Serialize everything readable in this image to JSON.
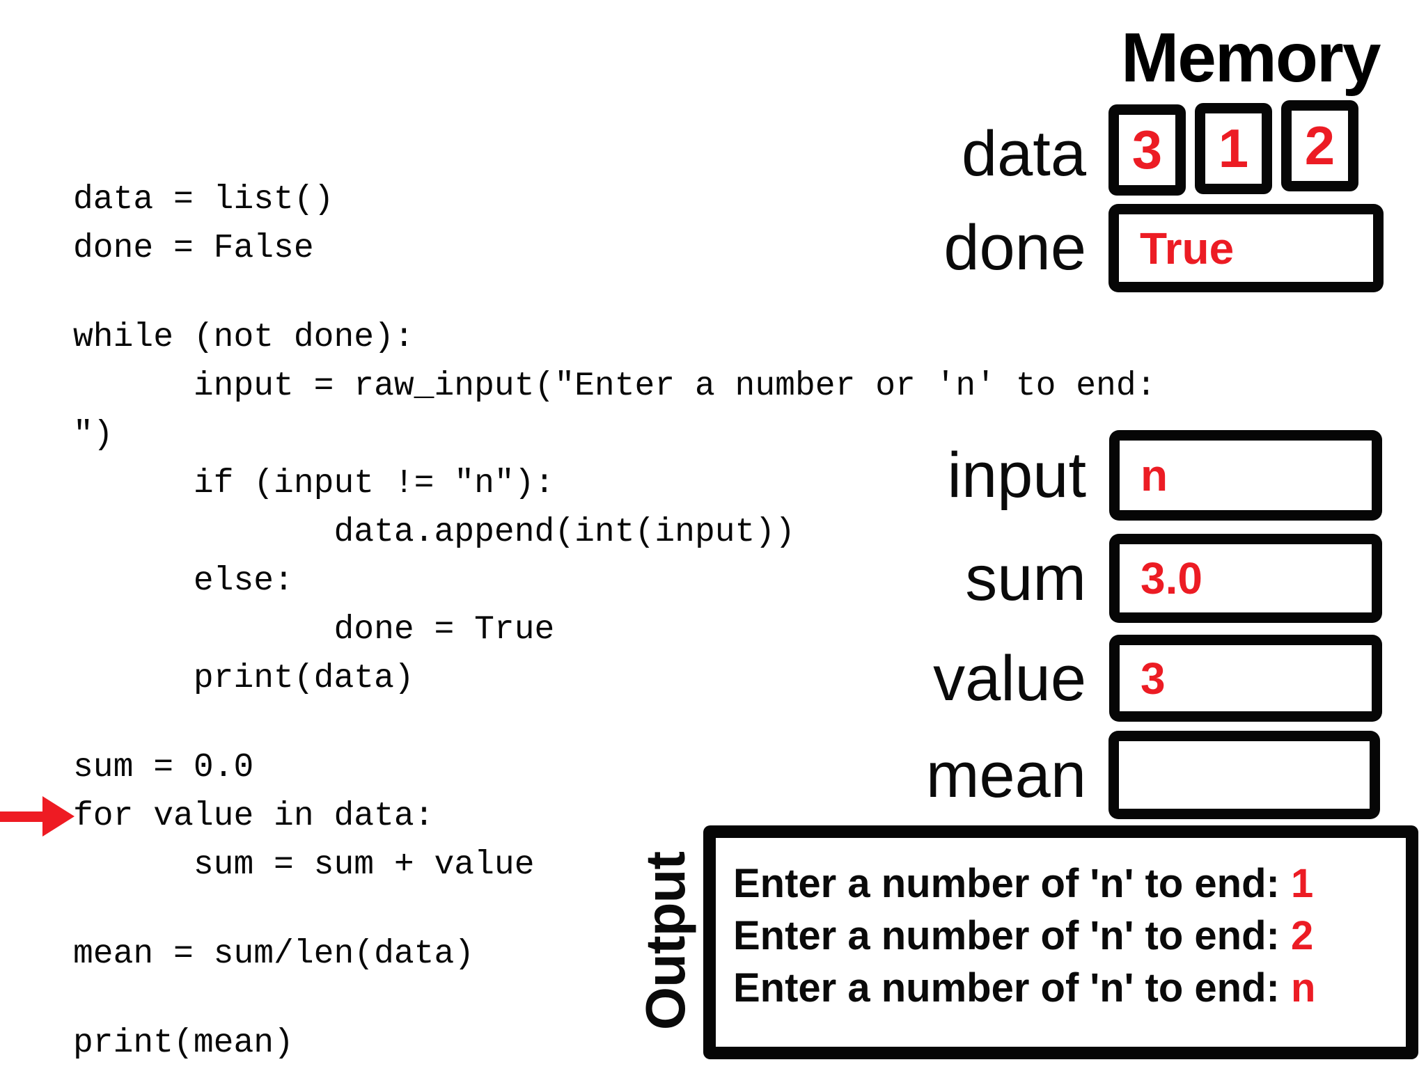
{
  "slide": {
    "memory_title": "Memory",
    "output_title": "Output"
  },
  "code": {
    "lines": [
      "data = list()",
      "done = False",
      "",
      "while (not done):",
      "      input = raw_input(\"Enter a number or 'n' to end:",
      "\")",
      "      if (input != \"n\"):",
      "             data.append(int(input))",
      "      else:",
      "             done = True",
      "      print(data)",
      "",
      "sum = 0.0",
      "for value in data:",
      "      sum = sum + value",
      "",
      "mean = sum/len(data)",
      "",
      "print(mean)"
    ],
    "arrow_points_to_line": "for value in data:"
  },
  "memory": {
    "data_row": {
      "label": "data",
      "cells": [
        "3",
        "1",
        "2"
      ]
    },
    "rows": [
      {
        "label": "done",
        "value": "True"
      },
      {
        "label": "input",
        "value": "n"
      },
      {
        "label": "sum",
        "value": "3.0"
      },
      {
        "label": "value",
        "value": "3"
      },
      {
        "label": "mean",
        "value": ""
      }
    ]
  },
  "output": {
    "lines": [
      {
        "text": "Enter a number of 'n' to end: ",
        "value": "1"
      },
      {
        "text": "Enter a number of 'n' to end: ",
        "value": "2"
      },
      {
        "text": "Enter a number of 'n' to end: ",
        "value": "n"
      }
    ]
  },
  "colors": {
    "accent_red": "#ec1c24",
    "ink": "#000000"
  }
}
